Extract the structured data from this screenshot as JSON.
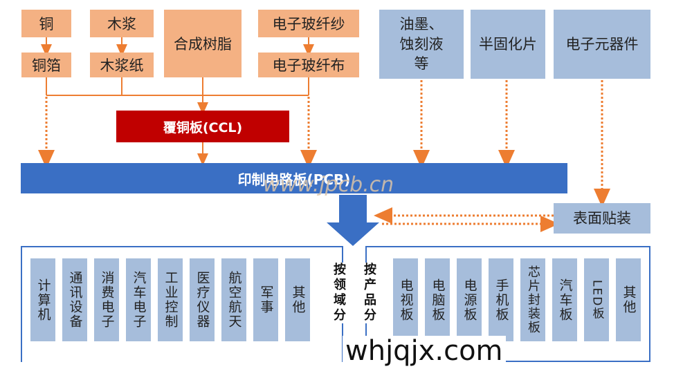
{
  "raw_materials": {
    "copper": "铜",
    "pulp": "木浆",
    "resin": "合成树脂",
    "glass_yarn": "电子玻纤纱",
    "copper_foil": "铜箔",
    "pulp_paper": "木浆纸",
    "glass_cloth": "电子玻纤布"
  },
  "other_inputs": {
    "ink": "油墨、蚀刻液等",
    "prepreg": "半固化片",
    "components": "电子元器件"
  },
  "ccl": "覆铜板(CCL)",
  "pcb": "印制电路板(PCB)",
  "smt": "表面贴装",
  "by_field": {
    "label": "按领域分",
    "items": [
      "计算机",
      "通讯设备",
      "消费电子",
      "汽车电子",
      "工业控制",
      "医疗仪器",
      "航空航天",
      "军事",
      "其他"
    ]
  },
  "by_product": {
    "label": "按产品分",
    "items": [
      "电视板",
      "电脑板",
      "电源板",
      "手机板",
      "芯片封装板",
      "汽车板",
      "LED板",
      "其他"
    ]
  },
  "watermarks": {
    "site1": "www.jpcb.cn",
    "site2": "whjqjx.com"
  },
  "colors": {
    "orange": "#F4B183",
    "light_blue": "#A6BDDB",
    "red": "#C00000",
    "pcb_blue": "#3A6FC4",
    "arrow_orange": "#ED7D31"
  }
}
